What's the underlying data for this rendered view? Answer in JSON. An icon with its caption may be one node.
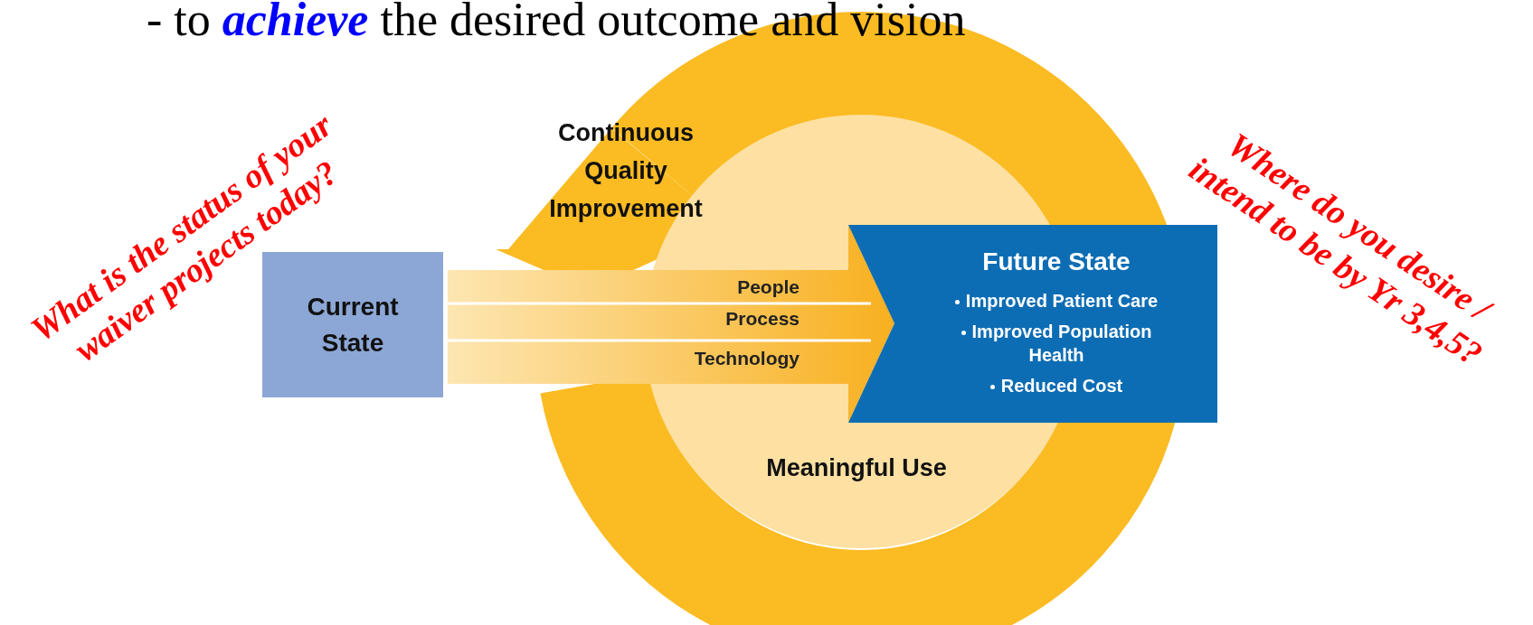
{
  "diagram": {
    "nodes": [
      {
        "text": [
          "Current State"
        ]
      },
      {
        "text": [
          "Future State",
          "Improved Patient Care",
          "Improved Population Health",
          "Reduced Cost"
        ]
      }
    ],
    "edges": [
      {
        "from": 0,
        "to": 1,
        "arrow": "to"
      }
    ],
    "labels": [
      "- to *achieve* the desired outcome and vision",
      "Continuous Quality Improvement",
      "People",
      "Process",
      "Technology",
      "Meaningful Use",
      "What is the status of your waiver projects today?",
      "Where do you desire / intend to be by Yr 3,4,5?"
    ]
  }
}
